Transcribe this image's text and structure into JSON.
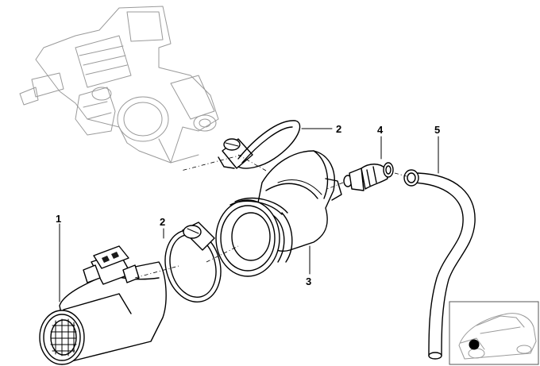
{
  "diagram": {
    "callouts": [
      {
        "id": "1",
        "label": "1"
      },
      {
        "id": "2a",
        "label": "2"
      },
      {
        "id": "2b",
        "label": "2"
      },
      {
        "id": "3",
        "label": "3"
      },
      {
        "id": "4",
        "label": "4"
      },
      {
        "id": "5",
        "label": "5"
      }
    ],
    "thumbnail": {
      "icon": "car-location-icon"
    }
  }
}
